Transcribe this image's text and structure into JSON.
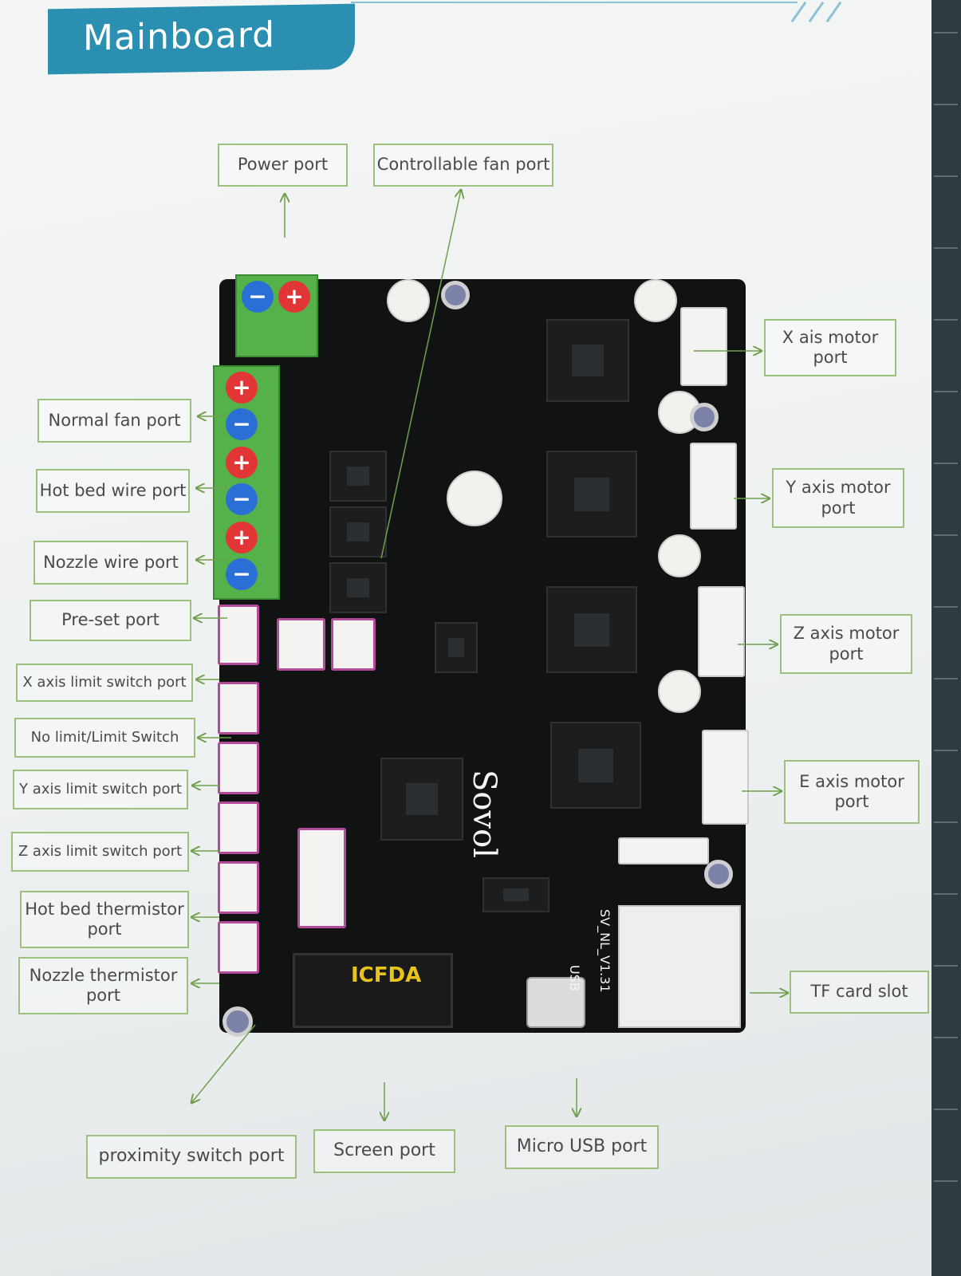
{
  "title": "Mainboard",
  "labels": {
    "power_port": "Power port",
    "controllable_fan_port": "Controllable fan port",
    "x_motor_port": "X ais motor\nport",
    "normal_fan_port": "Normal fan port",
    "hot_bed_wire_port": "Hot bed wire port",
    "y_motor_port": "Y axis motor\nport",
    "nozzle_wire_port": "Nozzle wire port",
    "preset_port": "Pre-set port",
    "z_motor_port": "Z axis motor\nport",
    "x_limit_port": "X axis limit switch port",
    "no_limit_switch": "No limit/Limit Switch",
    "e_motor_port": "E axis motor\nport",
    "y_limit_port": "Y axis limit switch port",
    "z_limit_port": "Z axis limit switch port",
    "hot_bed_thermistor_port": "Hot bed thermistor\nport",
    "tf_card_slot": "TF card slot",
    "nozzle_thermistor_port": "Nozzle thermistor\nport",
    "proximity_switch_port": "proximity switch port",
    "screen_port": "Screen port",
    "micro_usb_port": "Micro USB port"
  },
  "board": {
    "brand": "Sovol",
    "version": "SV_NL_V1.31",
    "screen_connector": "ICFDA",
    "usb_silk": "USB"
  },
  "colors": {
    "banner": "#2a8fb0",
    "label_border": "#9ec07e",
    "arrow": "#6f9f4c",
    "terminal": "#55b24a",
    "positive": "#e23636",
    "negative": "#2a6fd6",
    "pcb": "#111313"
  }
}
